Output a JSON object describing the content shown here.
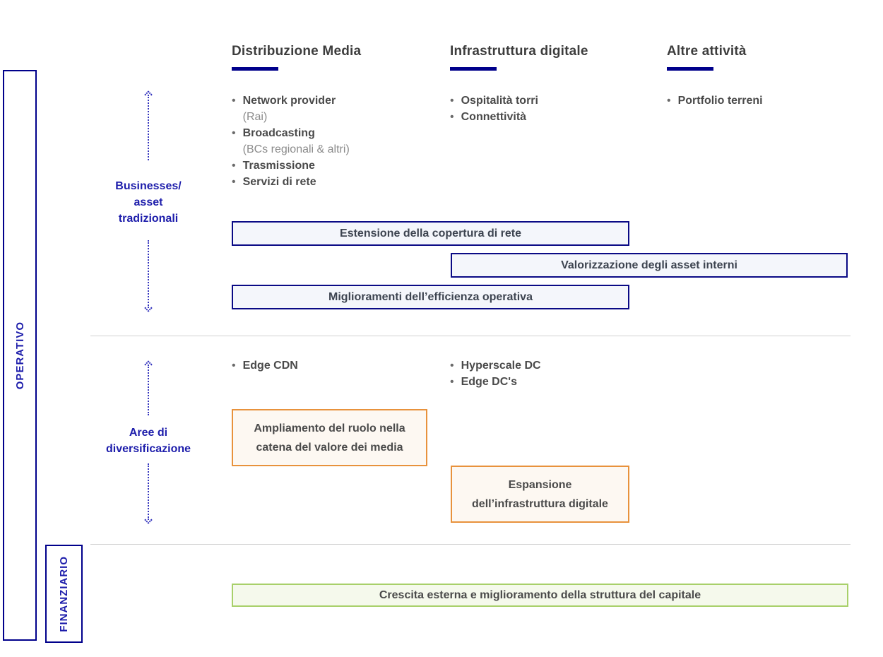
{
  "colors": {
    "navy": "#00008b",
    "blue_label_text": "#1d1dab",
    "arrow_blue": "#3434bd",
    "header_text": "#3d3d3d",
    "body_text": "#4a4a4a",
    "note_text": "#8b8b8b",
    "navy_box_fill": "#f4f6fb",
    "navy_box_border": "#0a0a85",
    "orange_box_border": "#e8923c",
    "orange_box_fill": "#fdf8f2",
    "green_box_border": "#a8d06a",
    "green_box_fill": "#f5f9ec",
    "divider": "#d0d0d0"
  },
  "side": {
    "operativo": "OPERATIVO",
    "finanziario": "FINANZIARIO"
  },
  "headers": {
    "media": "Distribuzione Media",
    "infra": "Infrastruttura digitale",
    "altre": "Altre attività"
  },
  "row1": {
    "label": "Businesses/\nasset\ntradizionali",
    "media_items": [
      {
        "t": "Network provider",
        "n": "(Rai)"
      },
      {
        "t": "Broadcasting",
        "n": "(BCs regionali & altri)"
      },
      {
        "t": "Trasmissione"
      },
      {
        "t": "Servizi di rete"
      }
    ],
    "infra_items": [
      "Ospitalità torri",
      "Connettività"
    ],
    "altre_items": [
      "Portfolio terreni"
    ],
    "box_network": "Estensione della copertura di rete",
    "box_assets": "Valorizzazione degli asset interni",
    "box_efficiency": "Miglioramenti dell’efficienza operativa"
  },
  "row2": {
    "label": "Aree di\ndiversificazione",
    "media_items": [
      "Edge CDN"
    ],
    "infra_items": [
      "Hyperscale DC",
      "Edge DC's"
    ],
    "box_media": "Ampliamento del ruolo nella\ncatena del valore dei media",
    "box_infra": "Espansione\ndell’infrastruttura digitale"
  },
  "row3": {
    "box_growth": "Crescita esterna e miglioramento della struttura del capitale"
  },
  "bullet_glyph": "•"
}
